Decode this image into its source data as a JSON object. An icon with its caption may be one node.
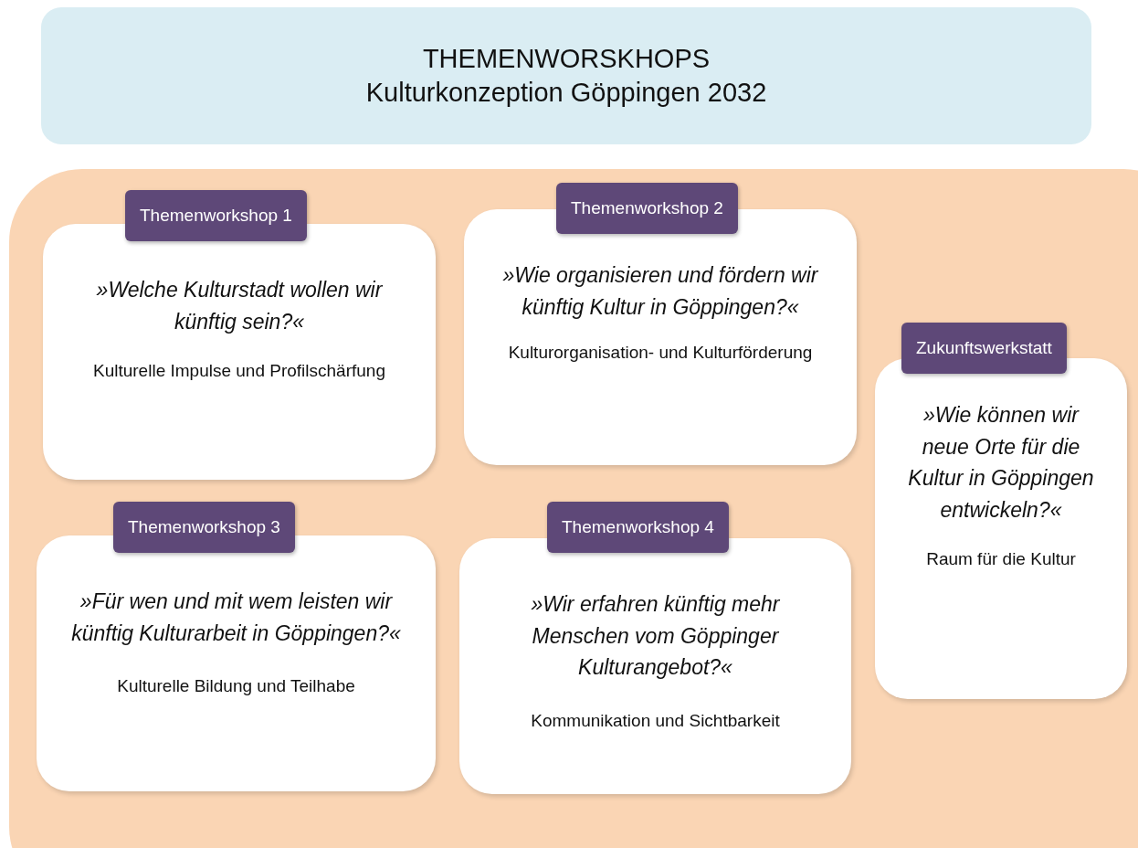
{
  "diagram": {
    "nodes": [
      {
        "text": [
          "THEMENWORSKHOPS",
          "Kulturkonzeption Göppingen 2032"
        ]
      },
      {
        "text": [],
        "shape": "box"
      },
      {
        "text": [
          "Themenworkshop 1",
          "»Welche Kulturstadt wollen wir künftig sein?«",
          "Kulturelle Impulse und Profilschärfung"
        ],
        "in": 1
      },
      {
        "text": [
          "Themenworkshop 2",
          "»Wie organisieren und fördern wir künftig Kultur in Göppingen?«",
          "Kulturorganisation- und Kulturförderung"
        ],
        "in": 1
      },
      {
        "text": [
          "Themenworkshop 3",
          "»Für wen und mit wem leisten wir künftig Kulturarbeit in Göppingen?«",
          "Kulturelle Bildung und Teilhabe"
        ],
        "in": 1
      },
      {
        "text": [
          "Themenworkshop 4",
          "»Wir erfahren künftig mehr Menschen vom Göppinger Kulturangebot?«",
          "Kommunikation und Sichtbarkeit"
        ],
        "in": 1
      },
      {
        "text": [
          "Zukunftswerkstatt",
          "»Wie können wir neue Orte für die Kultur in Göppingen entwickeln?«",
          "Raum für die Kultur"
        ],
        "in": 1
      }
    ]
  }
}
